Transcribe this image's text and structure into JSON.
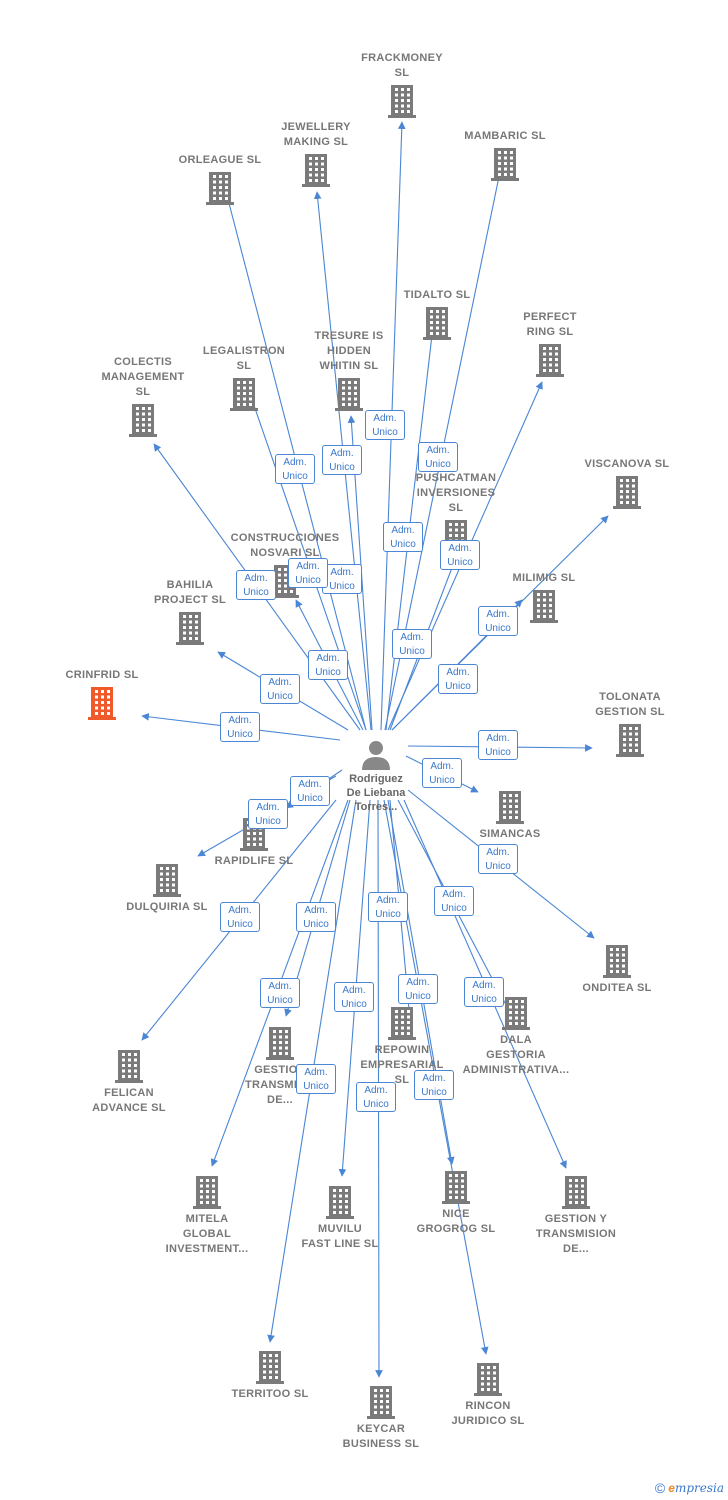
{
  "colors": {
    "edge": "#4a86d4",
    "building": "#7a7a7a",
    "building_highlight": "#f05a2a",
    "person": "#888888"
  },
  "person": {
    "name": "Rodriguez\nDe Liebana\nTorres..."
  },
  "role_label": "Adm.\nUnico",
  "companies": [
    {
      "id": "frackmoney",
      "name": "FRACKMONEY\nSL"
    },
    {
      "id": "jewellery",
      "name": "JEWELLERY\nMAKING SL"
    },
    {
      "id": "mambaric",
      "name": "MAMBARIC SL"
    },
    {
      "id": "orleague",
      "name": "ORLEAGUE SL"
    },
    {
      "id": "tidalto",
      "name": "TIDALTO SL"
    },
    {
      "id": "perfect",
      "name": "PERFECT\nRING SL"
    },
    {
      "id": "tresure",
      "name": "TRESURE IS\nHIDDEN\nWHITIN SL"
    },
    {
      "id": "legalistron",
      "name": "LEGALISTRON\nSL"
    },
    {
      "id": "colectis",
      "name": "COLECTIS\nMANAGEMENT\nSL"
    },
    {
      "id": "viscanova",
      "name": "VISCANOVA SL"
    },
    {
      "id": "pushcatman",
      "name": "PUSHCATMAN\nINVERSIONES\nSL"
    },
    {
      "id": "construcciones",
      "name": "CONSTRUCCIONES\nNOSVARI SL"
    },
    {
      "id": "milimig",
      "name": "MILIMIG SL"
    },
    {
      "id": "bahilia",
      "name": "BAHILIA\nPROJECT SL"
    },
    {
      "id": "crinfrid",
      "name": "CRINFRID SL",
      "highlight": true
    },
    {
      "id": "tolonata",
      "name": "TOLONATA\nGESTION SL"
    },
    {
      "id": "simancas",
      "name": "SIMANCAS\nSL"
    },
    {
      "id": "rapidlife",
      "name": "RAPIDLIFE SL"
    },
    {
      "id": "dulquiria",
      "name": "DULQUIRIA SL"
    },
    {
      "id": "onditea",
      "name": "ONDITEA SL"
    },
    {
      "id": "dala",
      "name": "DALA\nGESTORIA\nADMINISTRATIVA..."
    },
    {
      "id": "felican",
      "name": "FELICAN\nADVANCE SL"
    },
    {
      "id": "gestion_transmis",
      "name": "GESTION\nTRANSMIS...\nDE..."
    },
    {
      "id": "repowin",
      "name": "REPOWIN\nEMPRESARIAL\nSL"
    },
    {
      "id": "mitela",
      "name": "MITELA\nGLOBAL\nINVESTMENT..."
    },
    {
      "id": "muvilu",
      "name": "MUVILU\nFAST LINE SL"
    },
    {
      "id": "nice",
      "name": "NICE\nGROGROG SL"
    },
    {
      "id": "gestion_y",
      "name": "GESTION Y\nTRANSMISION\nDE..."
    },
    {
      "id": "territoo",
      "name": "TERRITOO SL"
    },
    {
      "id": "keycar",
      "name": "KEYCAR\nBUSINESS SL"
    },
    {
      "id": "rincon",
      "name": "RINCON\nJURIDICO SL"
    }
  ],
  "footer": {
    "copyright": "©",
    "brand_initial": "e",
    "brand_rest": "mpresia"
  }
}
